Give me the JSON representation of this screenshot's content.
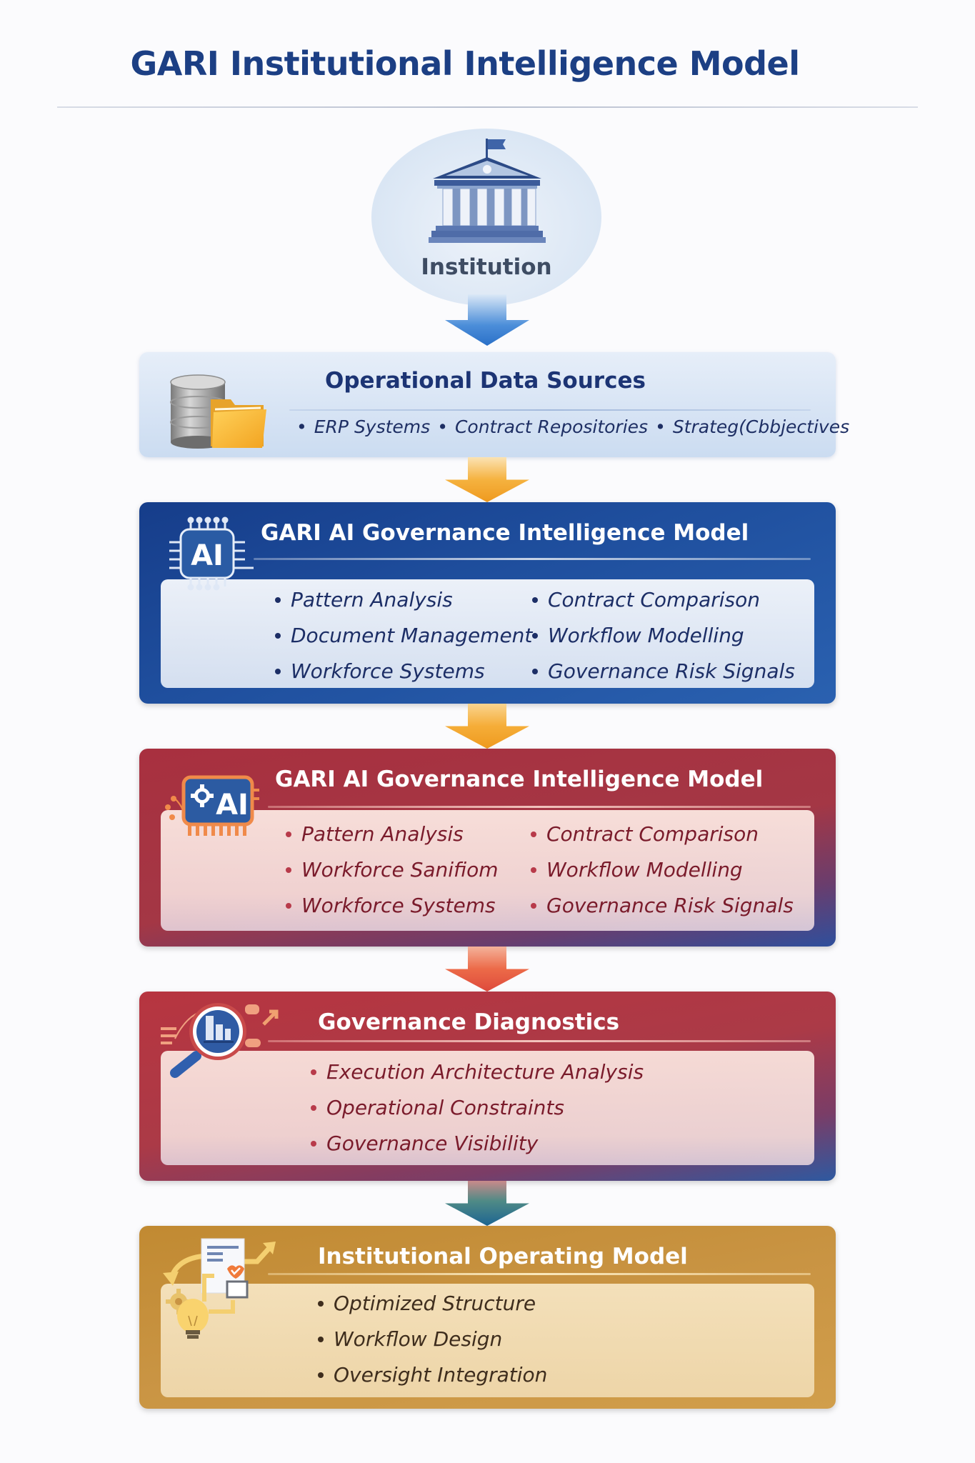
{
  "header": {
    "title": "GARI Institutional Intelligence Model"
  },
  "institution": {
    "label": "Institution",
    "icon": "institution-building-icon"
  },
  "flow": {
    "arrows": [
      {
        "name": "arrow-institution-to-data",
        "color": "#2f78cf"
      },
      {
        "name": "arrow-data-to-ai-blue",
        "color": "#f2a229"
      },
      {
        "name": "arrow-ai-blue-to-ai-red",
        "color": "#f2a229"
      },
      {
        "name": "arrow-ai-red-to-diagnostics",
        "color": "#e4553f"
      },
      {
        "name": "arrow-diagnostics-to-operating",
        "color": "#1f6893"
      }
    ]
  },
  "stages": {
    "operational_data": {
      "title": "Operational Data Sources",
      "icon": "database-folder-icon",
      "items": [
        "ERP Systems",
        "Contract Repositories",
        "Strateg(Cbbjectives"
      ]
    },
    "ai_model_blue": {
      "title": "GARI AI Governance Intelligence Model",
      "icon": "ai-chip-icon",
      "items_left": [
        "Pattern Analysis",
        "Document Management",
        "Workforce Systems"
      ],
      "items_right": [
        "Contract Comparison",
        "Workflow Modelling",
        "Governance Risk Signals"
      ]
    },
    "ai_model_red": {
      "title": "GARI AI Governance Intelligence Model",
      "icon": "ai-chip-gear-icon",
      "items_left": [
        "Pattern Analysis",
        "Workforce Sanifiom",
        "Workforce Systems"
      ],
      "items_right": [
        "Contract Comparison",
        "Workflow Modelling",
        "Governance Risk Signals"
      ]
    },
    "diagnostics": {
      "title": "Governance Diagnostics",
      "icon": "magnifier-chart-icon",
      "items": [
        "Execution Architecture Analysis",
        "Operational Constraints",
        "Governance Visibility"
      ]
    },
    "operating_model": {
      "title": "Institutional Operating Model",
      "icon": "document-lightbulb-icon",
      "items": [
        "Optimized Structure",
        "Workflow Design",
        "Oversight Integration"
      ]
    }
  },
  "colors": {
    "title": "#1c3f84",
    "blue_stage": "#1f4f9e",
    "red_stage": "#a8303f",
    "gold_stage": "#c99443"
  }
}
